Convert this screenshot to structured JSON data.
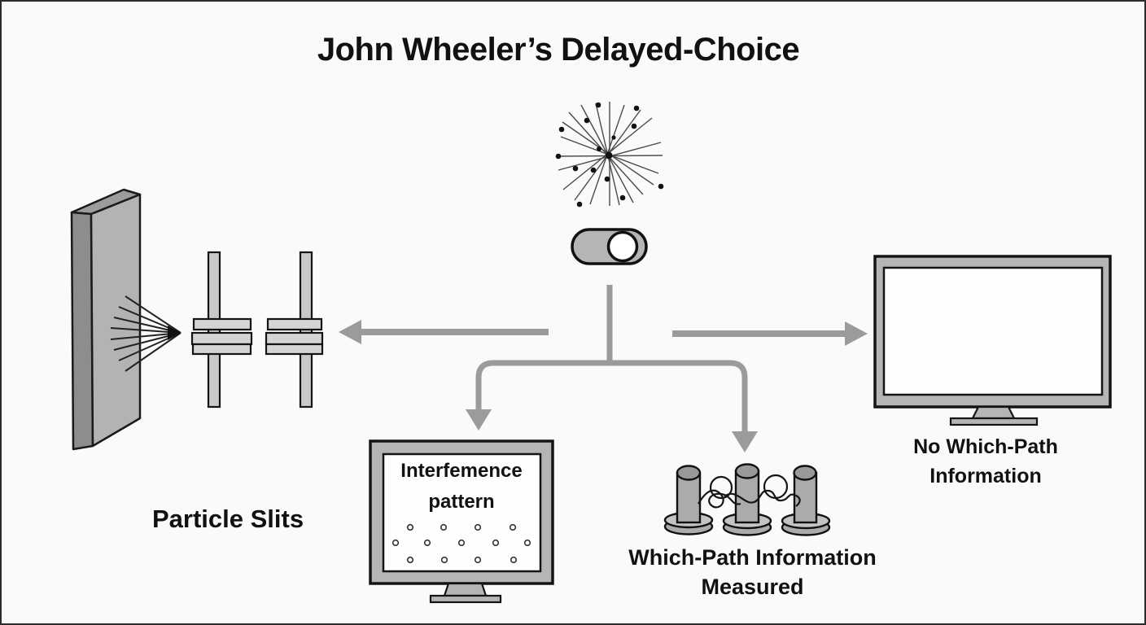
{
  "title": "John Wheeler’s Delayed-Choice",
  "nodes": {
    "particle_source": {
      "icon": "particle-burst-starburst-icon"
    },
    "choice_toggle": {
      "icon": "toggle-switch-icon",
      "state": "knob-right"
    },
    "particle_slits": {
      "label": "Particle Slits"
    },
    "interference_monitor": {
      "line1": "Interfemence",
      "line2": "pattern",
      "dots_rows": [
        4,
        5,
        4
      ]
    },
    "detectors": {
      "label_line1": "Which-Path Information",
      "label_line2": "Measured",
      "detector_count": 3
    },
    "blank_monitor": {
      "label_line1": "No Which-Path",
      "label_line2": "Information"
    }
  },
  "colors": {
    "background": "#fafaf9",
    "outline": "#1a1a1a",
    "panel_gray": "#b5b5b5",
    "light_gray": "#d2d2d2",
    "dark_side_gray": "#8d8d8d",
    "arrow_gray": "#9b9b9b",
    "text": "#111111"
  }
}
